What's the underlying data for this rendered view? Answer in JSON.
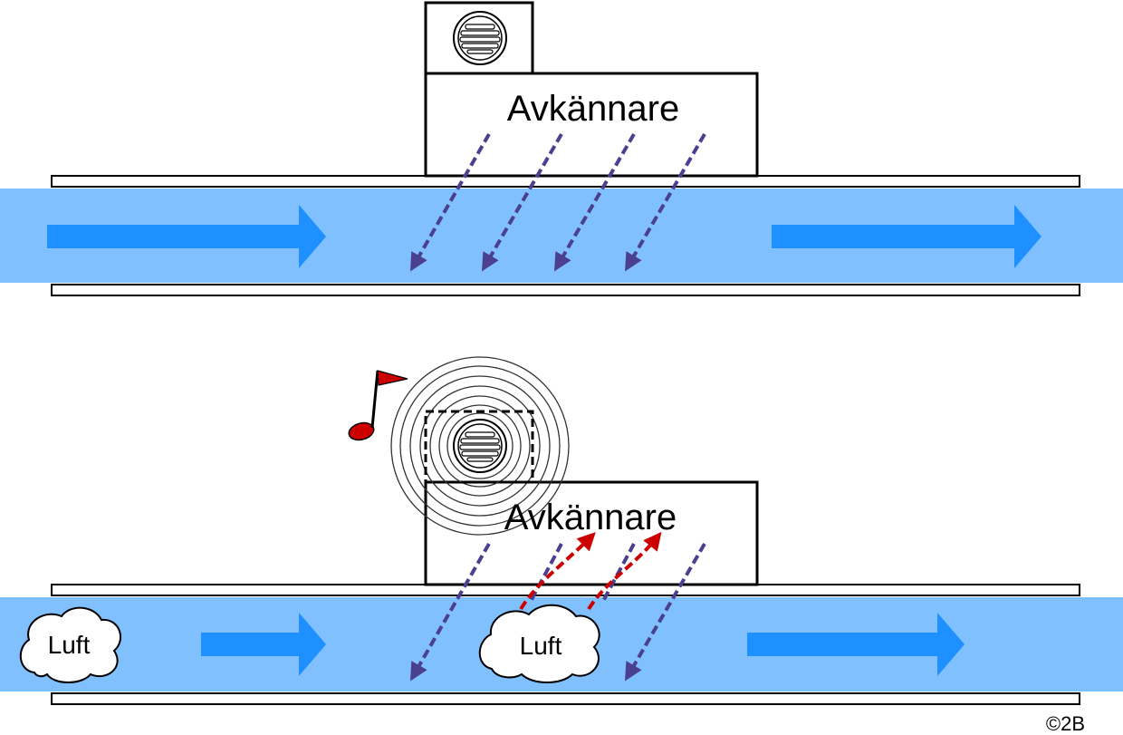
{
  "panels": {
    "top": {
      "sensor_label": "Avkännare"
    },
    "bottom": {
      "sensor_label": "Avkännare",
      "bubble_labels": [
        "Luft",
        "Luft"
      ]
    }
  },
  "copyright": "©2B",
  "colors": {
    "flow": "#80c0ff",
    "flow_arrow": "#1e90ff",
    "beam": "#4b3f8f",
    "reflection": "#cc0000",
    "note": "#cc0000"
  },
  "icons": [
    "speaker-icon",
    "music-note-icon",
    "flow-arrow-icon",
    "air-bubble-icon"
  ]
}
